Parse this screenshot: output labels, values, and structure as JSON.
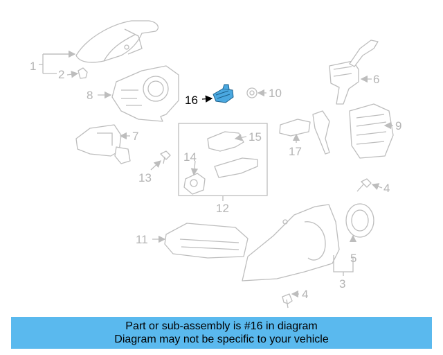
{
  "callouts": {
    "c1": "1",
    "c2": "2",
    "c3": "3",
    "c4a": "4",
    "c4b": "4",
    "c5": "5",
    "c6": "6",
    "c7": "7",
    "c8": "8",
    "c9": "9",
    "c10": "10",
    "c11": "11",
    "c12": "12",
    "c13": "13",
    "c14": "14",
    "c15": "15",
    "c16": "16",
    "c17": "17"
  },
  "highlighted_part": "16",
  "colors": {
    "highlight": "#4aa8e0",
    "banner": "#5ab9ee",
    "linework": "#bdbdbd"
  },
  "banner": {
    "line1": "Part or sub-assembly is #16 in diagram",
    "line2": "Diagram may not be specific to your vehicle"
  }
}
